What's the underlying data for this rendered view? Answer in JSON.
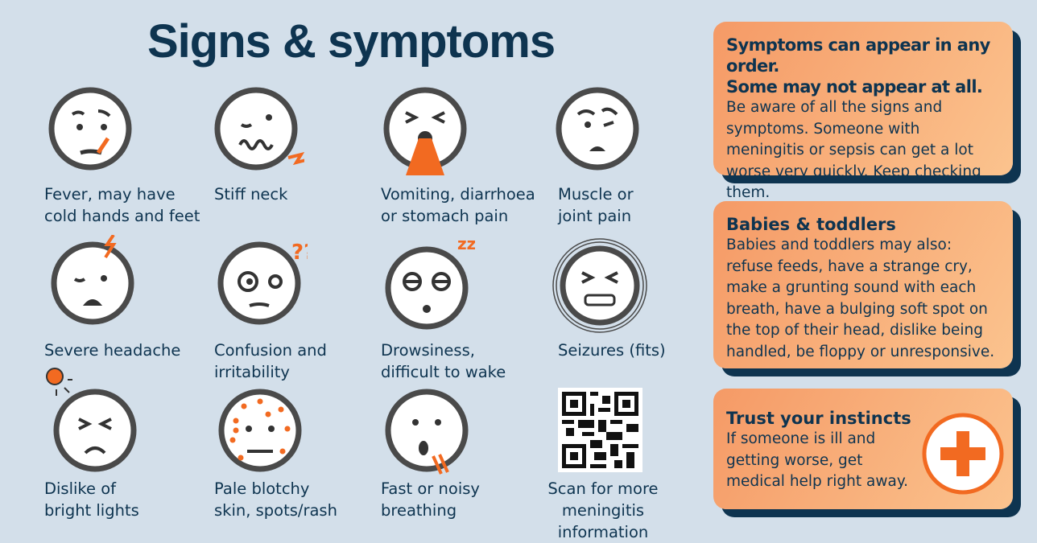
{
  "title": "Signs & symptoms",
  "symptoms": [
    {
      "label": "Fever, may have\ncold hands and feet",
      "icon": "fever-face-icon"
    },
    {
      "label": "Stiff neck",
      "icon": "stiff-neck-face-icon"
    },
    {
      "label": "Vomiting, diarrhoea\nor stomach pain",
      "icon": "vomiting-face-icon"
    },
    {
      "label": "Muscle or\njoint pain",
      "icon": "pain-face-icon"
    },
    {
      "label": "Severe headache",
      "icon": "headache-face-icon"
    },
    {
      "label": "Confusion and\nirritability",
      "icon": "confused-face-icon"
    },
    {
      "label": "Drowsiness,\ndifficult to wake",
      "icon": "drowsy-face-icon"
    },
    {
      "label": "Seizures (fits)",
      "icon": "seizure-face-icon"
    },
    {
      "label": "Dislike of\nbright lights",
      "icon": "light-sensitive-face-icon"
    },
    {
      "label": "Pale blotchy\nskin, spots/rash",
      "icon": "rash-face-icon"
    },
    {
      "label": "Fast or noisy\nbreathing",
      "icon": "breathing-face-icon"
    },
    {
      "label": "Scan for more\nmeningitis information",
      "icon": "qr-code-icon"
    }
  ],
  "boxes": [
    {
      "heading": "Symptoms can appear in any order.\nSome may not appear at all.",
      "text": "Be aware of all the signs and symptoms. Someone with meningitis or sepsis can get a lot worse very quickly. Keep checking them."
    },
    {
      "heading": "Babies & toddlers",
      "text": "Babies and toddlers may also: refuse feeds, have a strange cry, make a grunting sound with each breath, have a bulging soft spot on the top of their head, dislike being handled, be floppy or unresponsive."
    },
    {
      "heading": "Trust your instincts",
      "text": "If someone is ill and getting worse, get medical help right away."
    }
  ],
  "colors": {
    "navy": "#0e3450",
    "orange": "#f26a21",
    "background": "#d3dfea"
  }
}
